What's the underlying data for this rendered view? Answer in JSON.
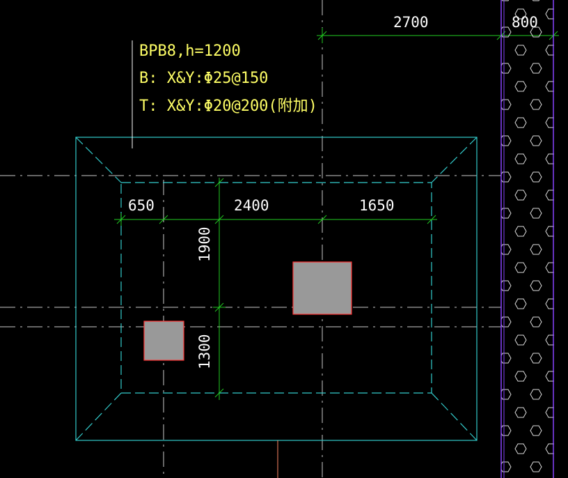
{
  "annotation": {
    "line1": "BPB8,h=1200",
    "line2": "B: X&Y:Φ25@150",
    "line3": "T: X&Y:Φ20@200(附加)"
  },
  "dimensions": {
    "top_2700": "2700",
    "top_800": "800",
    "d_650": "650",
    "d_2400": "2400",
    "d_1650": "1650",
    "d_1900": "1900",
    "d_1300": "1300"
  },
  "colors": {
    "background": "#000000",
    "slab_outline": "#33cccc",
    "dim_line": "#22cc22",
    "axis_line": "#cccccc",
    "column_fill": "#999999",
    "column_stroke": "#ff3333",
    "annotation_text": "#ffff66",
    "wall_stroke": "#8844ff",
    "hatch": "#dddddd",
    "leader": "#ff8866"
  }
}
